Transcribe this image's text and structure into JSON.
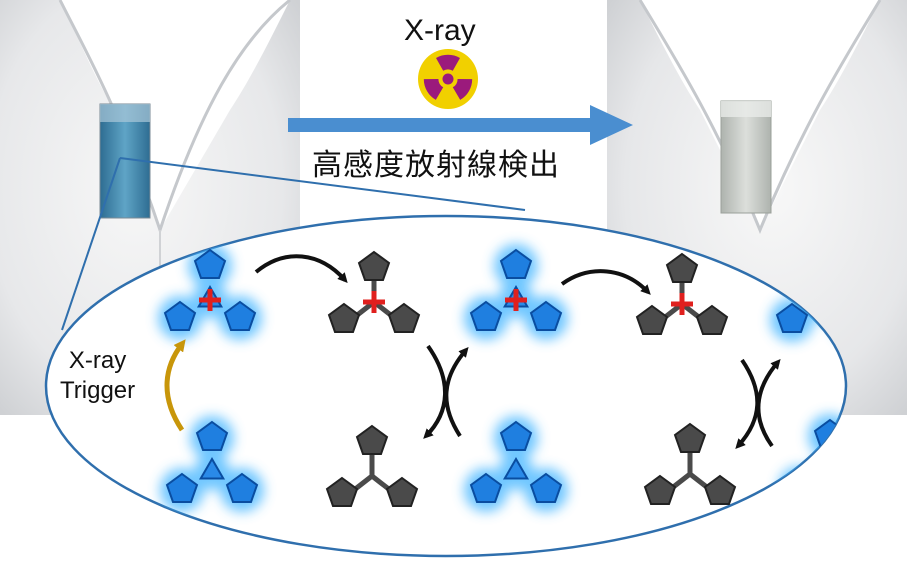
{
  "header": {
    "xray_label": "X-ray",
    "detection_caption": "高感度放射線検出"
  },
  "cycle": {
    "trigger_line1": "X-ray",
    "trigger_line2": "Trigger",
    "charge_symbol": "+"
  },
  "colors": {
    "blue_solution": "#4f8fb0",
    "clear_solution": "#c9cdc8",
    "arrow_blue": "#4a8ed0",
    "molecule_active": "#1f7fe0",
    "molecule_inactive": "#4a4a4a",
    "glow": "#3fb4ff",
    "trigger_arrow": "#c8960a",
    "radiation_yellow": "#f1d000",
    "radiation_magenta": "#9b1a7c",
    "ellipse_stroke": "#2f6fad"
  }
}
